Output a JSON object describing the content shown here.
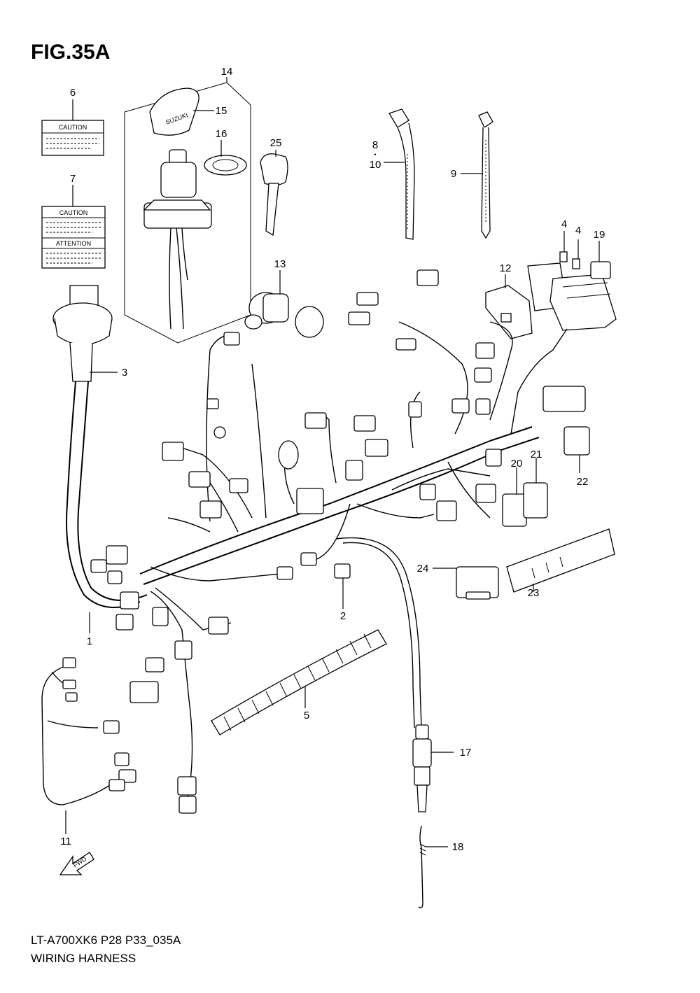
{
  "figure": {
    "title": "FIG.35A"
  },
  "footer": {
    "code": "LT-A700XK6 P28 P33_035A",
    "title": "WIRING HARNESS"
  },
  "labels": {
    "l1": "1",
    "l2": "2",
    "l3": "3",
    "l4a": "4",
    "l4b": "4",
    "l5": "5",
    "l6": "6",
    "l7": "7",
    "l8": "8",
    "l10": "10",
    "l9": "9",
    "l11": "11",
    "l12": "12",
    "l13": "13",
    "l14": "14",
    "l15": "15",
    "l16": "16",
    "l17": "17",
    "l18": "18",
    "l19": "19",
    "l20": "20",
    "l21": "21",
    "l22": "22",
    "l23": "23",
    "l24": "24",
    "l25": "25"
  },
  "part_text": {
    "caution_label": "CAUTION",
    "caution_label_2": "CAUTION",
    "attention_label": "ATTENTION",
    "key_brand": "SUZUKI",
    "fwd_arrow": "FWD"
  }
}
